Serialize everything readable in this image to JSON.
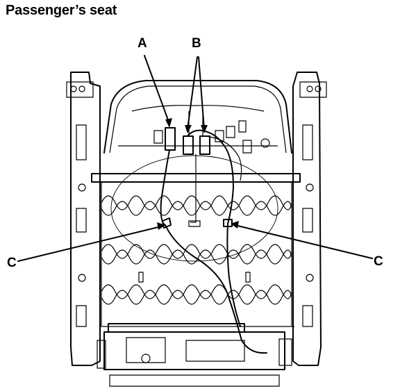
{
  "title": "Passenger’s seat",
  "labels": {
    "a": "A",
    "b": "B",
    "c_left": "C",
    "c_right": "C"
  }
}
